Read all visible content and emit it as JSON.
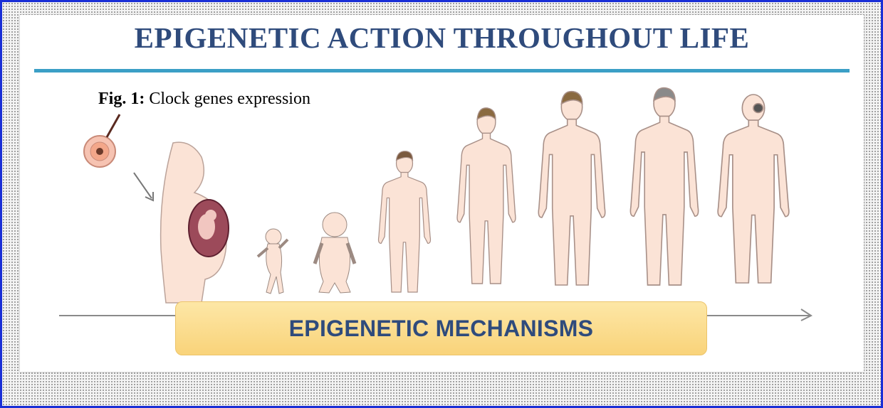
{
  "figure": {
    "title": "EPIGENETIC ACTION THROUGHOUT LIFE",
    "caption_label": "Fig. 1:",
    "caption_text": " Clock genes expression",
    "timeline_label": "EPIGENETIC MECHANISMS"
  },
  "colors": {
    "frame_border": "#1a2fd6",
    "title_text": "#2f4b7c",
    "title_rule": "#3b9fc6",
    "mechanism_box": "#fbdc8a",
    "skin": "#fbe3d6"
  },
  "illustrations": [
    "egg-cell",
    "pregnancy-fetus",
    "newborn",
    "infant",
    "child",
    "teenager",
    "young-adult",
    "adult",
    "elderly"
  ]
}
